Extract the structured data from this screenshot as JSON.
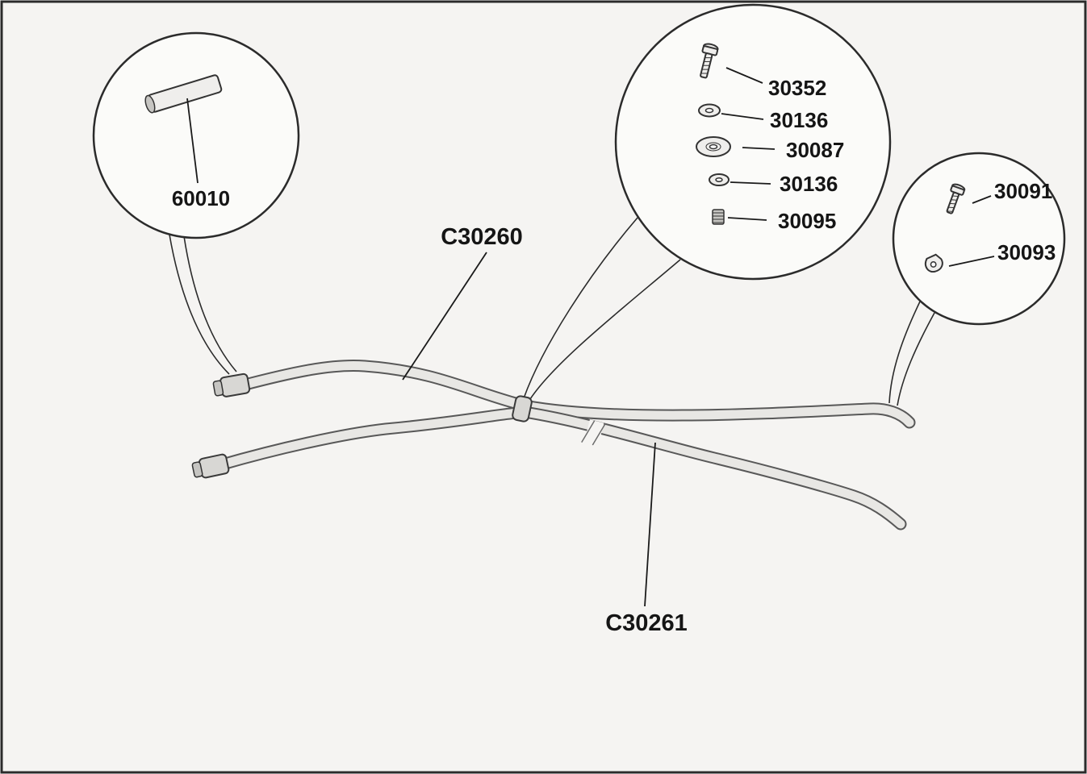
{
  "diagram": {
    "type": "exploded-parts-diagram",
    "background": "#f5f4f2",
    "line_color": "#2b2b2b",
    "callout_left": {
      "parts": [
        {
          "label": "60010",
          "name": "sleeve-cylinder"
        }
      ]
    },
    "callout_center": {
      "parts": [
        {
          "label": "30352",
          "name": "bolt"
        },
        {
          "label": "30136",
          "name": "washer-small-upper"
        },
        {
          "label": "30087",
          "name": "washer-large"
        },
        {
          "label": "30136",
          "name": "washer-small-lower"
        },
        {
          "label": "30095",
          "name": "nut-spacer"
        }
      ]
    },
    "callout_right": {
      "parts": [
        {
          "label": "30091",
          "name": "screw"
        },
        {
          "label": "30093",
          "name": "clip"
        }
      ]
    },
    "tubes": [
      {
        "label": "C30260",
        "name": "upper-tube"
      },
      {
        "label": "C30261",
        "name": "lower-tube"
      }
    ]
  }
}
